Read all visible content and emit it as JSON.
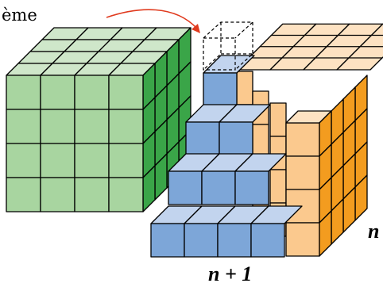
{
  "labels": {
    "top_left_fragment": "ème",
    "depth_label": "n",
    "width_label": "n + 1"
  },
  "colors": {
    "green_front": "#a8d5a0",
    "green_top": "#cfe7ca",
    "green_side": "#3aa548",
    "blue_front": "#7da6d8",
    "blue_top": "#c2d4ee",
    "blue_side": "#5b86c2",
    "orange_front": "#fbc98e",
    "orange_top": "#fde2c2",
    "orange_side": "#f39c1f",
    "arrow": "#e03a1e"
  },
  "icons": [
    "curved-arrow-icon",
    "dashed-cube-icon"
  ]
}
